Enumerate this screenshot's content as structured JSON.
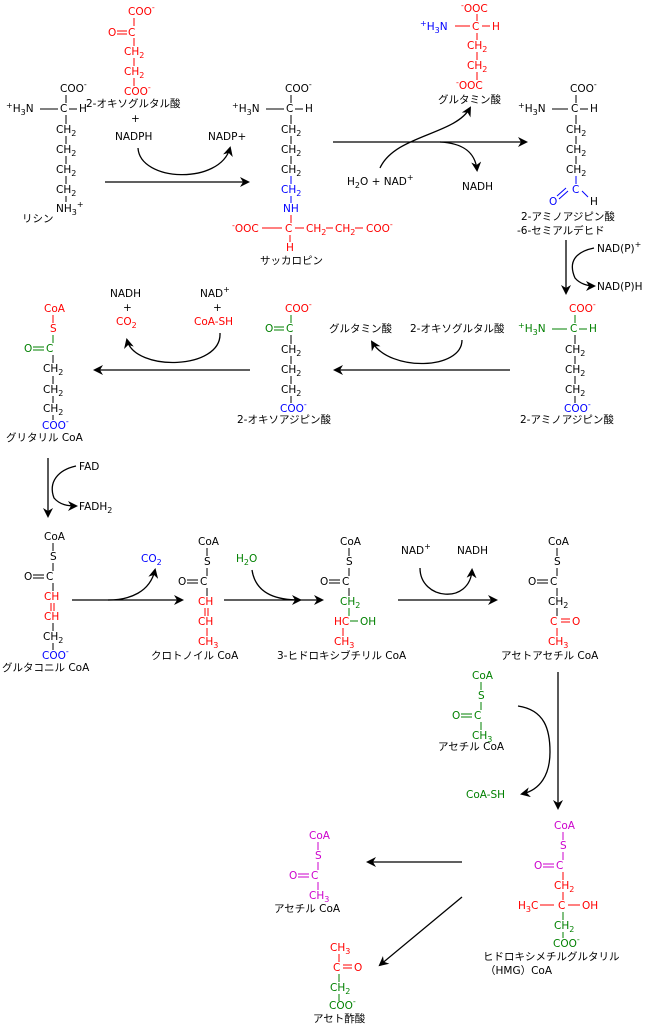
{
  "colors": {
    "black": "#000000",
    "red": "#ff0000",
    "blue": "#0000ff",
    "green": "#008000",
    "magenta": "#cc00cc"
  },
  "compounds": {
    "lysine": "リシン",
    "oxoglutarate_top": "2-オキソグルタル酸",
    "saccharopine": "サッカロピン",
    "glutamate_top": "グルタミン酸",
    "aminoadipic_semialdehyde": "2-アミノアジピン酸\n-6-セミアルデヒド",
    "aminoadipate": "2-アミノアジピン酸",
    "oxoadipate": "2-オキソアジピン酸",
    "glutaryl_coa": "グリタリル CoA",
    "glutaconyl_coa": "グルタコニル CoA",
    "crotonyl_coa": "クロトノイル CoA",
    "hydroxybutyryl_coa": "3-ヒドロキシブチリル CoA",
    "acetoacetyl_coa": "アセトアセチル CoA",
    "acetyl_coa_in": "アセチル CoA",
    "hmg_coa": "ヒドロキシメチルグルタリル\n（HMG）CoA",
    "acetyl_coa_out": "アセチル CoA",
    "acetoacetate": "アセト酢酸"
  },
  "cofactors": {
    "nadph": "NADPH",
    "nadp_plus": "NADP+",
    "h2o_nad": "H2O + NAD+",
    "nadh_1": "NADH",
    "nadp_ox": "NAD(P)+",
    "nadp_red": "NAD(P)H",
    "glutamate_mid": "グルタミン酸",
    "oxoglutarate_mid": "2-オキソグルタル酸",
    "nadh_2": "NADH",
    "co2_1": "CO2",
    "nad_2": "NAD+",
    "coash_1": "CoA-SH",
    "plus": "+",
    "fad": "FAD",
    "fadh2": "FADH2",
    "co2_2": "CO2",
    "h2o_2": "H2O",
    "nad_3": "NAD+",
    "nadh_3": "NADH",
    "coash_2": "CoA-SH"
  }
}
